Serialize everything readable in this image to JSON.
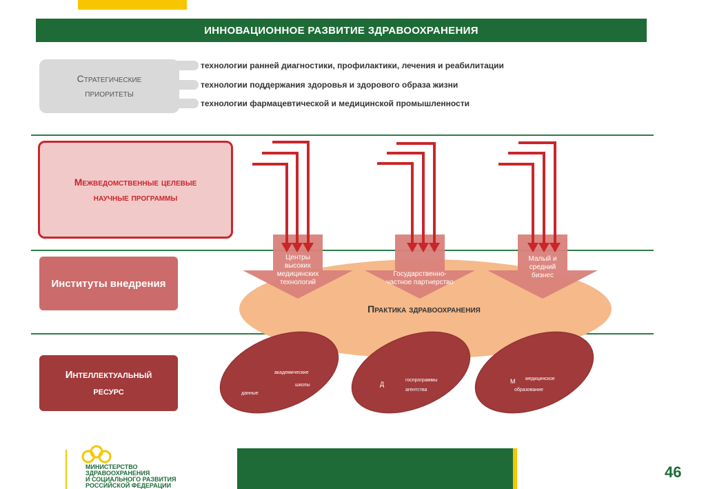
{
  "title": "ИННОВАЦИОННОЕ РАЗВИТИЕ ЗДРАВООХРАНЕНИЯ",
  "priorities": {
    "label_line1": "Стратегические",
    "label_line2": "приоритеты",
    "items": [
      "технологии ранней диагностики, профилактики, лечения и реабилитации",
      "технологии поддержания здоровья и здорового образа жизни",
      "технологии фармацевтической и медицинской промышленности"
    ]
  },
  "programs": {
    "line1": "Межведомственные целевые",
    "line2": "научные программы"
  },
  "institutes": {
    "label": "Институты внедрения"
  },
  "intellectual": {
    "line1": "Интеллектуальный",
    "line2": "ресурс"
  },
  "arrows": [
    {
      "line1": "Центры",
      "line2": "высоких",
      "line3": "медицинских",
      "line4": "технологий"
    },
    {
      "line1": "Государственно-",
      "line2": "частное партнерство"
    },
    {
      "line1": "Малый и",
      "line2": "средний",
      "line3": "бизнес"
    }
  ],
  "practice": "Практика здравоохранения",
  "ellipses": [
    {
      "t1": "академические",
      "t2": "школы",
      "t3": "данные"
    },
    {
      "t1": "госпрограммы",
      "t2": "агентства",
      "t3": "Д"
    },
    {
      "t1": "медицинское",
      "t2": "образование",
      "t3": "М"
    }
  ],
  "logo": {
    "line1": "МИНИСТЕРСТВО",
    "line2": "ЗДРАВООХРАНЕНИЯ",
    "line3": "И СОЦИАЛЬНОГО РАЗВИТИЯ",
    "line4": "РОССИЙСКОЙ ФЕДЕРАЦИИ"
  },
  "page_number": "46",
  "colors": {
    "green": "#1e6b38",
    "red": "#c9262c",
    "salmon": "#cc6b6b",
    "maroon": "#a13a3a",
    "practice": "#f5b98a",
    "yellow": "#f7c600"
  }
}
